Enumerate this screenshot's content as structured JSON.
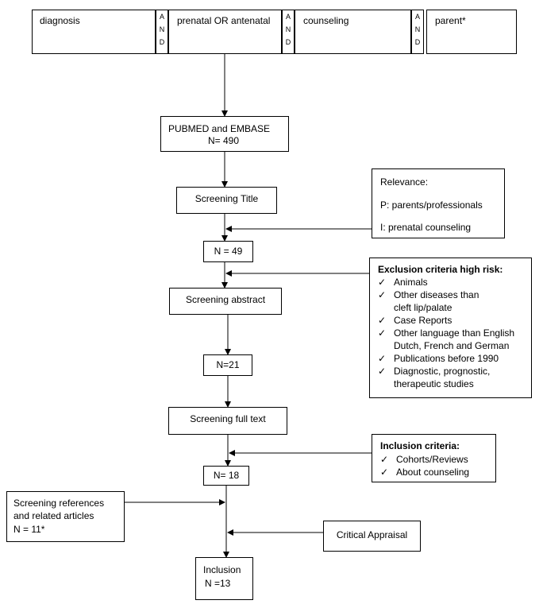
{
  "search_terms": [
    {
      "label": "diagnosis"
    },
    {
      "label": "prenatal OR antenatal"
    },
    {
      "label": "counseling"
    },
    {
      "label": "parent*"
    }
  ],
  "and_connector": [
    "A",
    "N",
    "D"
  ],
  "flow": {
    "pubmed": {
      "line1": "PUBMED and EMBASE",
      "line2": "N= 490"
    },
    "screening_title": "Screening Title",
    "n49": "N = 49",
    "screening_abstract": "Screening abstract",
    "n21": "N=21",
    "screening_full_text": "Screening full text",
    "n18": "N= 18",
    "inclusion": {
      "line1": "Inclusion",
      "line2": "N =13"
    }
  },
  "relevance": {
    "title": "Relevance:",
    "p": "P: parents/professionals",
    "i": "I: prenatal counseling"
  },
  "exclusion": {
    "title": "Exclusion  criteria high risk:",
    "items": [
      [
        "Animals"
      ],
      [
        "Other diseases than",
        "cleft lip/palate"
      ],
      [
        "Case Reports"
      ],
      [
        "Other language than English",
        "Dutch, French and German"
      ],
      [
        "Publications before 1990"
      ],
      [
        "Diagnostic,  prognostic,",
        "therapeutic studies"
      ]
    ]
  },
  "inclusion_criteria": {
    "title": "Inclusion criteria:",
    "items": [
      "Cohorts/Reviews",
      "About counseling"
    ]
  },
  "references": {
    "line1": "Screening references",
    "line2": "and related articles",
    "line3": "N = 11*"
  },
  "critical_appraisal": "Critical Appraisal",
  "check_mark": "✓"
}
